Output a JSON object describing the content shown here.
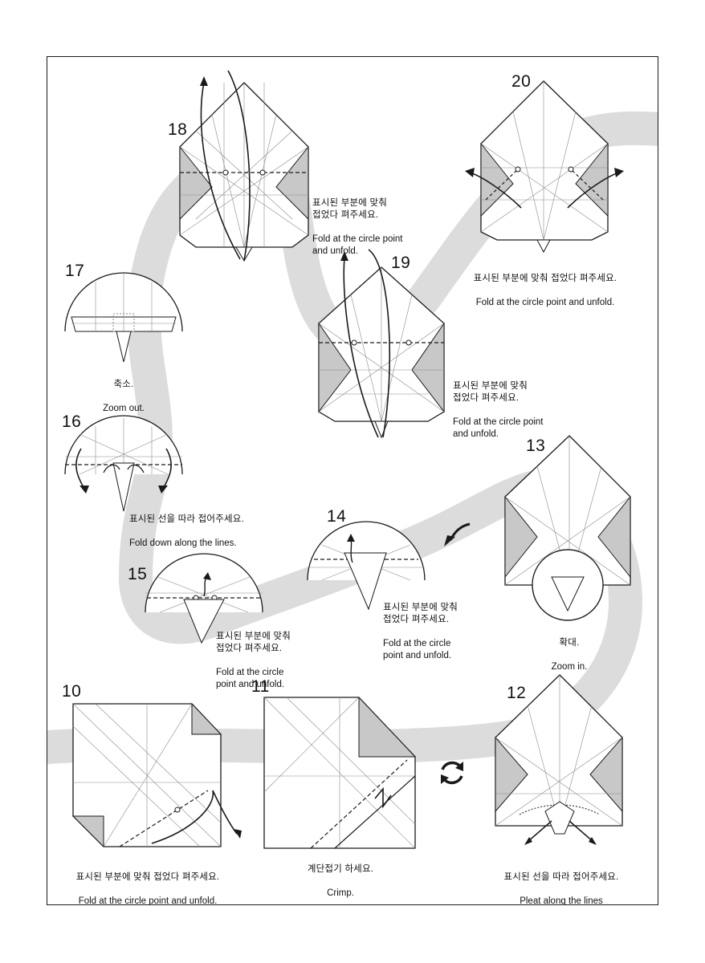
{
  "steps": [
    {
      "id": 10,
      "number": "10",
      "caption_ko": "표시된 부분에 맞춰 접었다 펴주세요.",
      "caption_en": "Fold at the circle point and unfold."
    },
    {
      "id": 11,
      "number": "11",
      "caption_ko": "계단접기 하세요.",
      "caption_en": "Crimp."
    },
    {
      "id": 12,
      "number": "12",
      "caption_ko": "표시된 선을 따라 접어주세요.",
      "caption_en": "Pleat along the lines"
    },
    {
      "id": 13,
      "number": "13",
      "caption_ko": "확대.",
      "caption_en": "Zoom in."
    },
    {
      "id": 14,
      "number": "14",
      "caption_ko": "표시된 부분에 맞춰\n접었다 펴주세요.",
      "caption_en": "Fold at the circle\npoint and unfold."
    },
    {
      "id": 15,
      "number": "15",
      "caption_ko": "표시된 부분에 맞춰\n접었다 펴주세요.",
      "caption_en": "Fold at the circle\npoint and unfold."
    },
    {
      "id": 16,
      "number": "16",
      "caption_ko": "표시된 선을 따라 접어주세요.",
      "caption_en": "Fold down along the lines."
    },
    {
      "id": 17,
      "number": "17",
      "caption_ko": "축소.",
      "caption_en": "Zoom out."
    },
    {
      "id": 18,
      "number": "18",
      "caption_ko": "표시된 부분에 맞춰\n접었다 펴주세요.",
      "caption_en": "Fold at the circle point\nand unfold."
    },
    {
      "id": 19,
      "number": "19",
      "caption_ko": "표시된 부분에 맞춰\n접었다 펴주세요.",
      "caption_en": "Fold at the circle point\nand unfold."
    },
    {
      "id": 20,
      "number": "20",
      "caption_ko": "표시된 부분에 맞춰 접었다 펴주세요.",
      "caption_en": "Fold at the circle point and unfold."
    }
  ],
  "colors": {
    "paper": "#ffffff",
    "shade": "#c8c8c8",
    "band": "#dcdcdc",
    "line": "#1a1a1a",
    "crease": "#8a8a8a"
  },
  "icons": [
    "rotate-icon",
    "zoom-arrow-icon",
    "fold-arrow-icon",
    "magnifier-circle-icon"
  ]
}
